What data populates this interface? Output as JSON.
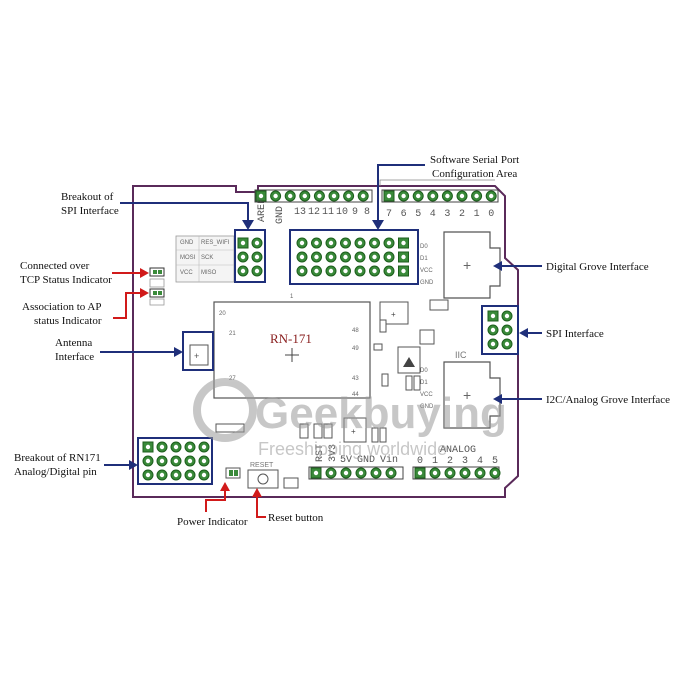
{
  "callouts": {
    "software_serial": [
      "Software Serial Port",
      "Configuration Area"
    ],
    "spi_breakout": [
      "Breakout of",
      "SPI Interface"
    ],
    "tcp_status": [
      "Connected over",
      "TCP Status Indicator"
    ],
    "ap_status": [
      "Association to AP",
      "status  Indicator"
    ],
    "antenna": [
      "Antenna",
      "Interface"
    ],
    "rn171_breakout": [
      "Breakout of RN171",
      "Analog/Digital pin"
    ],
    "power_indicator": "Power Indicator",
    "reset_button": "Reset button",
    "digital_grove": "Digital Grove Interface",
    "spi_interface": "SPI Interface",
    "i2c_grove": "I2C/Analog Grove Interface"
  },
  "board": {
    "module_label": "RN-171",
    "top_left_header_labels": [
      "AREF",
      "GND",
      "13",
      "12",
      "11",
      "10",
      "9",
      "8"
    ],
    "top_right_header_labels": [
      "7",
      "6",
      "5",
      "4",
      "3",
      "2",
      "1",
      "0"
    ],
    "bottom_left_header_labels": [
      "RST",
      "3V3",
      "5V",
      "GND",
      "Vin"
    ],
    "bottom_right_header_labels": [
      "0",
      "1",
      "2",
      "3",
      "4",
      "5"
    ],
    "analog_label": "ANALOG",
    "iic_label": "IIC",
    "reset_label": "RESET",
    "spi_pin_labels": [
      "GND",
      "RES_WIFI",
      "MOSI",
      "SCK",
      "VCC",
      "MISO"
    ],
    "grove_pin_labels": [
      "D0",
      "D1",
      "VCC",
      "GND"
    ],
    "module_pin_numbers": [
      "20",
      "21",
      "27",
      "1",
      "48",
      "49",
      "43",
      "44"
    ]
  },
  "watermark": {
    "brand": "Geekbuying",
    "tagline": "Freeshipping worldwide"
  },
  "colors": {
    "board_outline": "#5a2a5a",
    "callout_box": "#1f2f7a",
    "arrow_red": "#d11a1a",
    "arrow_blue": "#1f2f7a",
    "pad_green": "#3a8a3a"
  }
}
